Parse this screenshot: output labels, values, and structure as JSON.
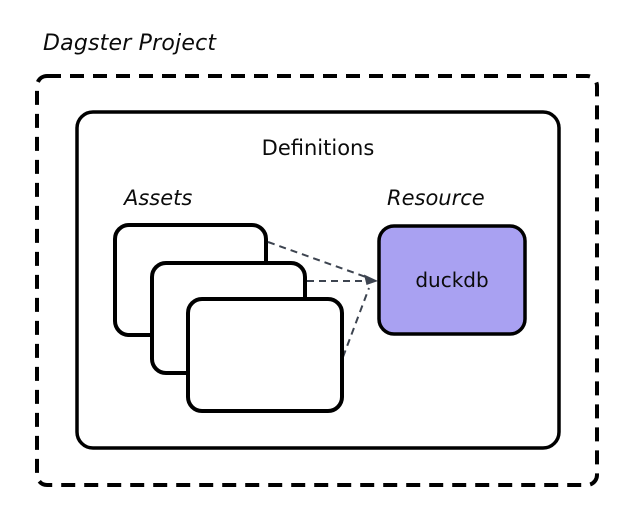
{
  "page": {
    "background": "#ffffff"
  },
  "diagram": {
    "title": "Dagster Project",
    "definitions": {
      "label": "Definitions"
    },
    "assets": {
      "label": "Assets",
      "box_count": 3
    },
    "resource": {
      "label": "Resource",
      "node_label": "duckdb",
      "fill": "#a9a1f2"
    },
    "connectors": {
      "count": 3,
      "style": "dashed",
      "color": "#3d4450"
    },
    "border_color": "#000000"
  }
}
